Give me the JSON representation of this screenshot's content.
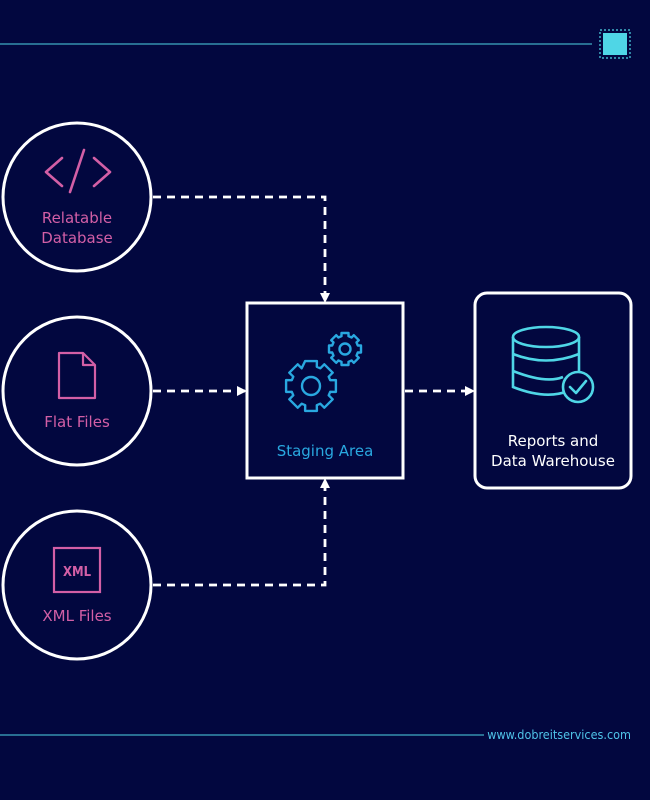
{
  "colors": {
    "background": "#02073f",
    "accent_cyan": "#4fd6e6",
    "source_pink": "#d35fa6",
    "staging_blue": "#29a8e0",
    "node_border": "#ffffff"
  },
  "header": {
    "logo_icon": "chip-icon"
  },
  "sources": [
    {
      "icon": "code-icon",
      "label_line1": "Relatable",
      "label_line2": "Database"
    },
    {
      "icon": "file-icon",
      "label": "Flat Files"
    },
    {
      "icon": "xml-icon",
      "icon_text": "XML",
      "label": "XML Files"
    }
  ],
  "staging": {
    "icon": "gears-icon",
    "label": "Staging Area"
  },
  "destination": {
    "icon": "database-check-icon",
    "label_line1": "Reports and",
    "label_line2": "Data Warehouse"
  },
  "footer": {
    "url": "www.dobreitservices.com"
  }
}
